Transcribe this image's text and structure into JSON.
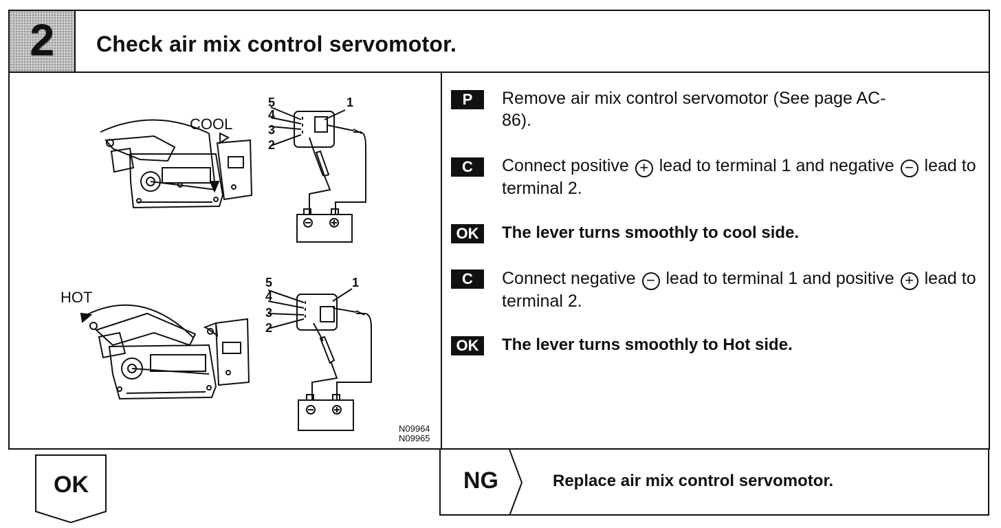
{
  "header": {
    "step_number": "2",
    "title": "Check air mix control servomotor."
  },
  "figure": {
    "cool_label": "COOL",
    "hot_label": "HOT",
    "terminals": [
      "5",
      "4",
      "3",
      "2",
      "1"
    ],
    "battery_minus": "⊖",
    "battery_plus": "⊕",
    "codes": [
      "N09964",
      "N09965"
    ]
  },
  "instructions": [
    {
      "badge": "P",
      "text_line1": "Remove air mix control servomotor (See page AC-",
      "text_line2": "86)."
    },
    {
      "badge": "C",
      "text_a": "Connect positive",
      "sym_a": "+",
      "text_b": "lead to terminal 1 and negative",
      "sym_b": "−",
      "text_c": "lead to terminal 2."
    },
    {
      "badge": "OK",
      "text": "The lever turns smoothly to cool side."
    },
    {
      "badge": "C",
      "text_a": "Connect negative",
      "sym_a": "−",
      "text_b": "lead to terminal 1 and positive",
      "sym_b": "+",
      "text_c": "lead to terminal 2."
    },
    {
      "badge": "OK",
      "text": "The lever turns smoothly to Hot side."
    }
  ],
  "result": {
    "ok_label": "OK",
    "ng_label": "NG",
    "ng_text": "Replace air mix control servomotor."
  }
}
